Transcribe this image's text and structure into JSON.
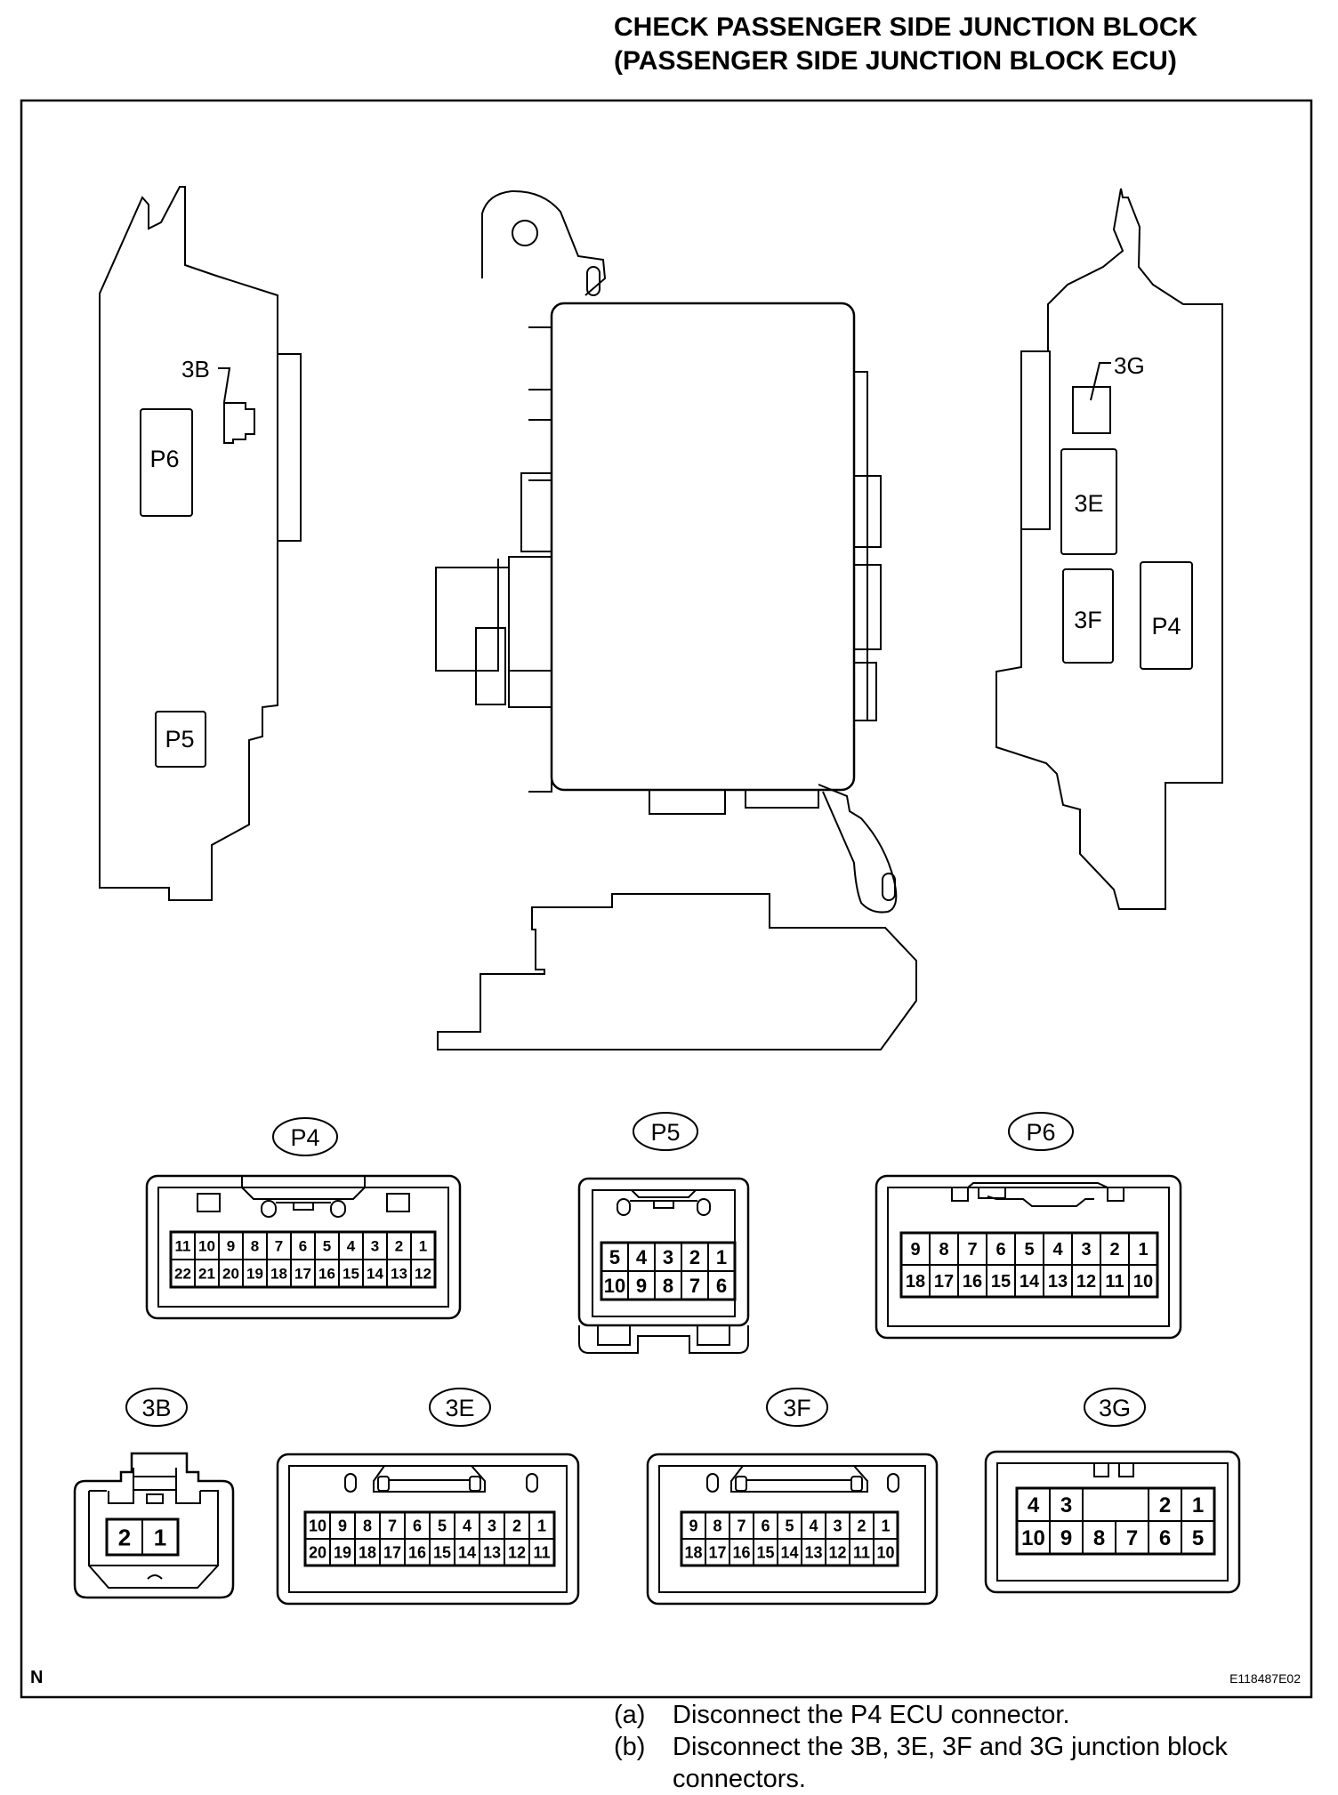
{
  "title": {
    "line1": "CHECK PASSENGER SIDE JUNCTION BLOCK",
    "line2": "(PASSENGER SIDE JUNCTION BLOCK ECU)"
  },
  "left_block": {
    "labels": {
      "c3B": "3B",
      "P6": "P6",
      "P5": "P5"
    }
  },
  "right_block": {
    "labels": {
      "c3G": "3G",
      "c3E": "3E",
      "c3F": "3F",
      "P4": "P4"
    }
  },
  "connectors": {
    "P4": {
      "name": "P4",
      "top": [
        "11",
        "10",
        "9",
        "8",
        "7",
        "6",
        "5",
        "4",
        "3",
        "2",
        "1"
      ],
      "bottom": [
        "22",
        "21",
        "20",
        "19",
        "18",
        "17",
        "16",
        "15",
        "14",
        "13",
        "12"
      ]
    },
    "P5": {
      "name": "P5",
      "top": [
        "5",
        "4",
        "3",
        "2",
        "1"
      ],
      "bottom": [
        "10",
        "9",
        "8",
        "7",
        "6"
      ]
    },
    "P6": {
      "name": "P6",
      "top": [
        "9",
        "8",
        "7",
        "6",
        "5",
        "4",
        "3",
        "2",
        "1"
      ],
      "bottom": [
        "18",
        "17",
        "16",
        "15",
        "14",
        "13",
        "12",
        "11",
        "10"
      ]
    },
    "c3B": {
      "name": "3B",
      "pins": [
        "2",
        "1"
      ]
    },
    "c3E": {
      "name": "3E",
      "top": [
        "10",
        "9",
        "8",
        "7",
        "6",
        "5",
        "4",
        "3",
        "2",
        "1"
      ],
      "bottom": [
        "20",
        "19",
        "18",
        "17",
        "16",
        "15",
        "14",
        "13",
        "12",
        "11"
      ]
    },
    "c3F": {
      "name": "3F",
      "top": [
        "9",
        "8",
        "7",
        "6",
        "5",
        "4",
        "3",
        "2",
        "1"
      ],
      "bottom": [
        "18",
        "17",
        "16",
        "15",
        "14",
        "13",
        "12",
        "11",
        "10"
      ]
    },
    "c3G": {
      "name": "3G",
      "top": [
        "4",
        "3",
        "",
        "",
        "2",
        "1"
      ],
      "bottom": [
        "10",
        "9",
        "8",
        "7",
        "6",
        "5"
      ]
    }
  },
  "footer": {
    "left_mark": "N",
    "figure_code": "E118487E02"
  },
  "instructions": [
    {
      "label": "(a)",
      "text": "Disconnect the P4 ECU connector."
    },
    {
      "label": "(b)",
      "text": "Disconnect the 3B, 3E, 3F and 3G junction block connectors."
    }
  ]
}
